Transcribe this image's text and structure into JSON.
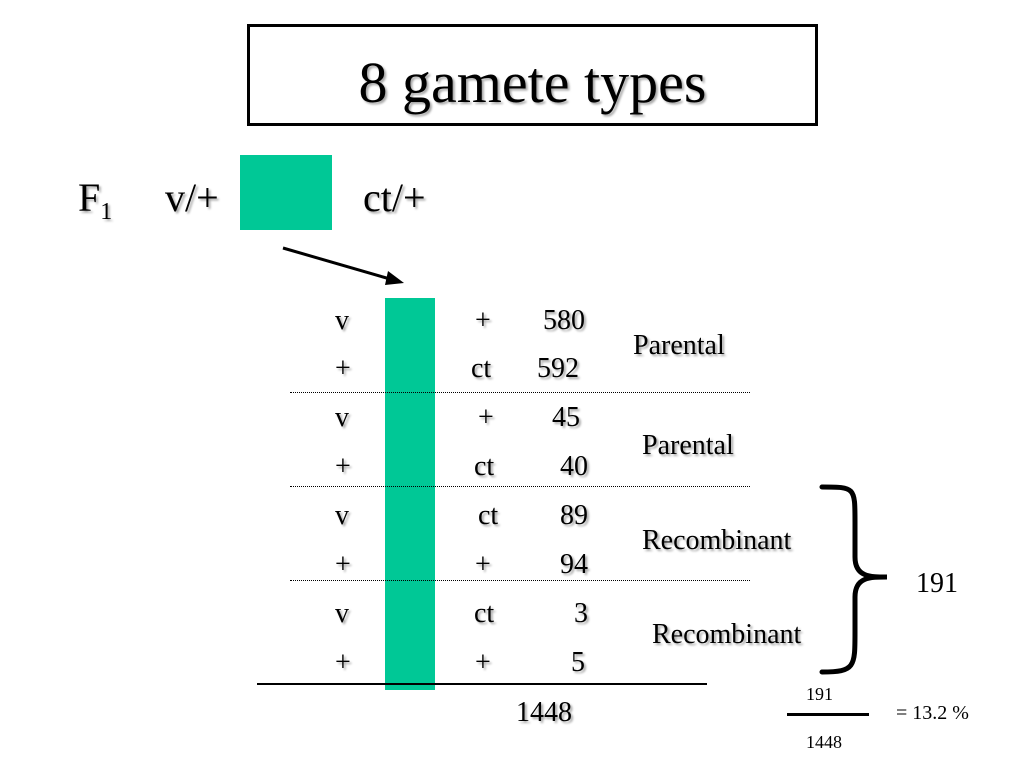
{
  "title": "8 gamete types",
  "f1": {
    "label": "F",
    "subscript": "1",
    "left_allele": "v/+",
    "right_allele": "ct/+"
  },
  "accent_color": "#00c896",
  "rows": [
    {
      "left": "v",
      "right": "+",
      "count": "580"
    },
    {
      "left": "+",
      "right": "ct",
      "count": "592"
    },
    {
      "left": "v",
      "right": "+",
      "count": "45"
    },
    {
      "left": "+",
      "right": "ct",
      "count": "40"
    },
    {
      "left": "v",
      "right": "ct",
      "count": "89"
    },
    {
      "left": "+",
      "right": "+",
      "count": "94"
    },
    {
      "left": "v",
      "right": "ct",
      "count": "3"
    },
    {
      "left": "+",
      "right": "+",
      "count": "5"
    }
  ],
  "classes": [
    "Parental",
    "Parental",
    "Recombinant",
    "Recombinant"
  ],
  "total": "1448",
  "recombinant_sum": "191",
  "fraction": {
    "numerator": "191",
    "denominator": "1448",
    "result": "= 13.2 %"
  }
}
